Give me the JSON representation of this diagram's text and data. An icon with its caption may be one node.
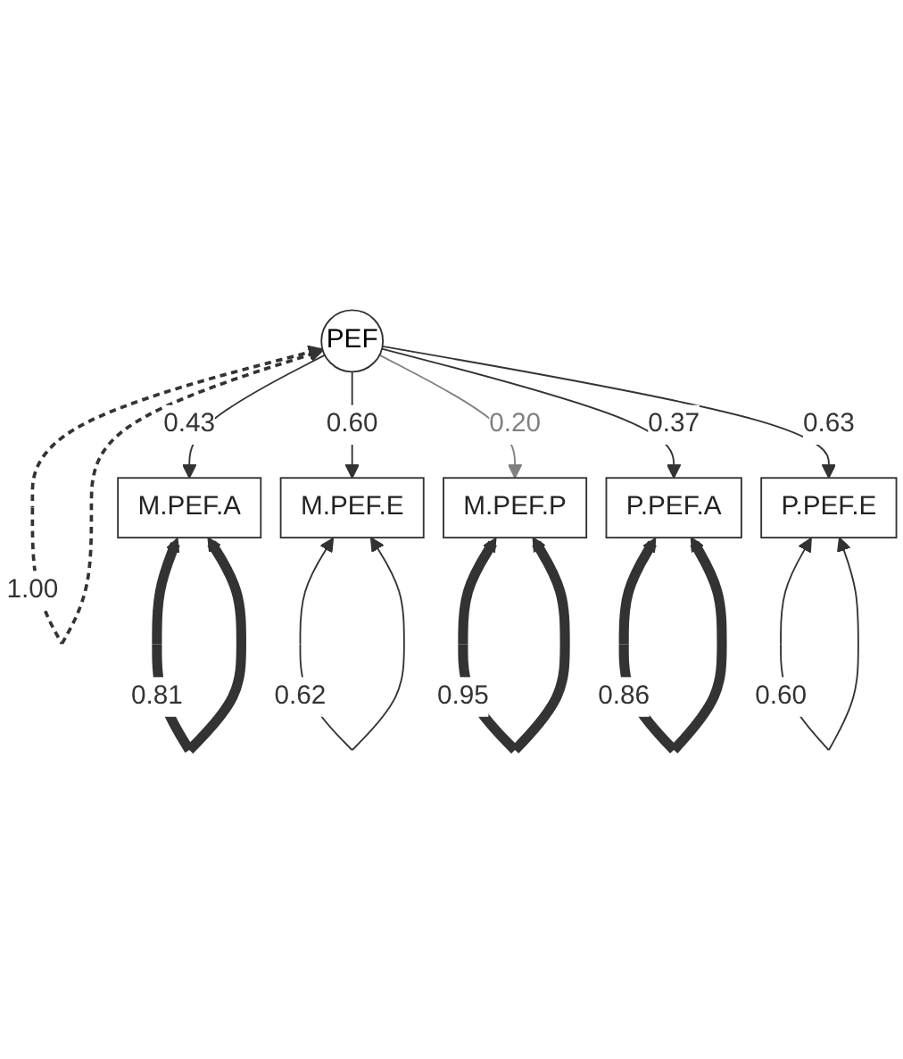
{
  "diagram": {
    "nodes": [
      {
        "text": [
          "PEF"
        ]
      },
      {
        "text": [
          "M.PEF.A"
        ]
      },
      {
        "text": [
          "M.PEF.E"
        ]
      },
      {
        "text": [
          "M.PEF.P"
        ]
      },
      {
        "text": [
          "P.PEF.A"
        ]
      },
      {
        "text": [
          "P.PEF.E"
        ]
      }
    ],
    "edges": [
      {
        "from": 0,
        "to": 0,
        "arrow": "both",
        "label": "1.00",
        "style": "dashed"
      },
      {
        "from": 0,
        "to": 1,
        "arrow": "to",
        "label": "0.43"
      },
      {
        "from": 0,
        "to": 2,
        "arrow": "to",
        "label": "0.60"
      },
      {
        "from": 0,
        "to": 3,
        "arrow": "to",
        "label": "0.20",
        "color": "#808080"
      },
      {
        "from": 0,
        "to": 4,
        "arrow": "to",
        "label": "0.37"
      },
      {
        "from": 0,
        "to": 5,
        "arrow": "to",
        "label": "0.63"
      },
      {
        "from": 1,
        "to": 1,
        "arrow": "both",
        "label": "0.81",
        "style": "thick"
      },
      {
        "from": 2,
        "to": 2,
        "arrow": "both",
        "label": "0.62"
      },
      {
        "from": 3,
        "to": 3,
        "arrow": "both",
        "label": "0.95",
        "style": "thick"
      },
      {
        "from": 4,
        "to": 4,
        "arrow": "both",
        "label": "0.86",
        "style": "thick"
      },
      {
        "from": 5,
        "to": 5,
        "arrow": "both",
        "label": "0.60"
      }
    ]
  }
}
